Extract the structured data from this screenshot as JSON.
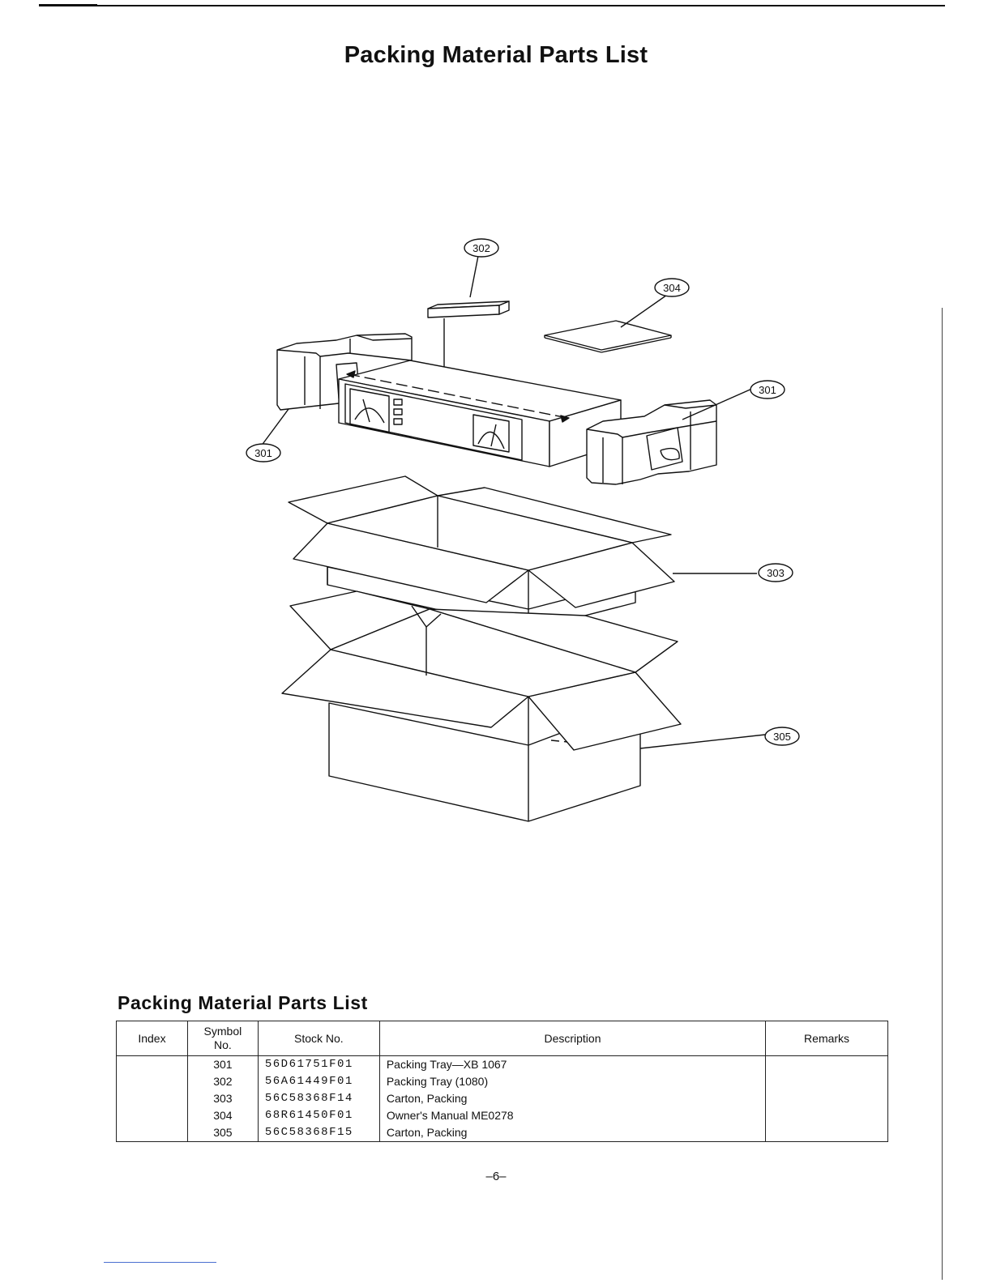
{
  "page": {
    "title": "Packing Material Parts List",
    "page_number": "–6–"
  },
  "diagram": {
    "callouts": [
      "302",
      "304",
      "301",
      "301",
      "303",
      "305"
    ]
  },
  "table": {
    "title": "Packing Material Parts List",
    "headers": {
      "index": "Index",
      "symbol_line1": "Symbol",
      "symbol_line2": "No.",
      "stock": "Stock No.",
      "description": "Description",
      "remarks": "Remarks"
    },
    "rows": [
      {
        "index": "",
        "symbol": "301",
        "stock": "56D61751F01",
        "description": "Packing Tray—XB 1067",
        "remarks": ""
      },
      {
        "index": "",
        "symbol": "302",
        "stock": "56A61449F01",
        "description": "Packing Tray (1080)",
        "remarks": ""
      },
      {
        "index": "",
        "symbol": "303",
        "stock": "56C58368F14",
        "description": "Carton, Packing",
        "remarks": ""
      },
      {
        "index": "",
        "symbol": "304",
        "stock": "68R61450F01",
        "description": "Owner's Manual ME0278",
        "remarks": ""
      },
      {
        "index": "",
        "symbol": "305",
        "stock": "56C58368F15",
        "description": "Carton, Packing",
        "remarks": ""
      }
    ]
  }
}
